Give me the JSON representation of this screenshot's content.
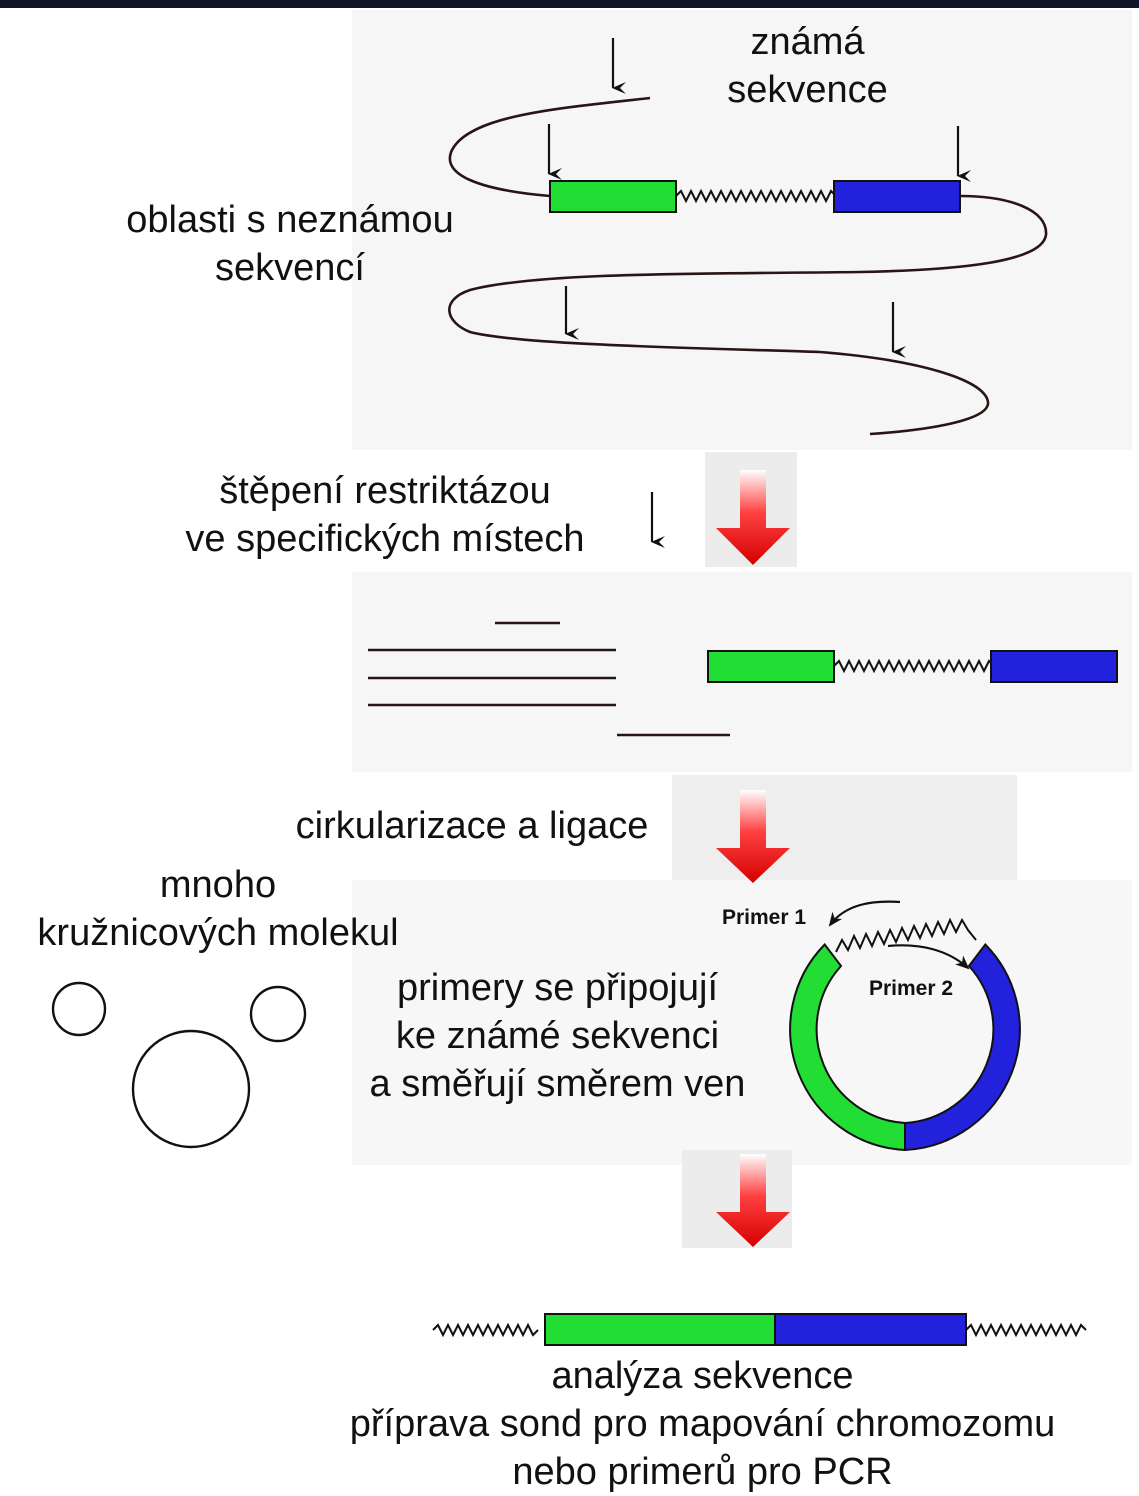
{
  "labels": {
    "known_sequence": [
      "známá",
      "sekvence"
    ],
    "unknown_regions": [
      "oblasti s neznámou",
      "sekvencí"
    ],
    "cleavage": [
      "štěpení restriktázou",
      "ve specifických místech"
    ],
    "circularization": "cirkularizace a ligace",
    "many_circles": [
      "mnoho",
      "kružnicových molekul"
    ],
    "primers_text": [
      "primery se připojují",
      "ke známé sekvenci",
      "a směřují směrem ven"
    ],
    "primer1": "Primer 1",
    "primer2": "Primer 2",
    "result": [
      "analýza sekvence",
      "příprava sond pro mapování chromozomu",
      "nebo primerů pro PCR"
    ]
  },
  "colors": {
    "known_left": "#22dd33",
    "known_right": "#2222dd",
    "dna_line": "#2a1414",
    "arrow_red": "#e81010",
    "panel_grey": "#f1f1f1"
  },
  "icons": [
    "restriction-site-arrow",
    "red-down-arrow",
    "circular-dna"
  ]
}
